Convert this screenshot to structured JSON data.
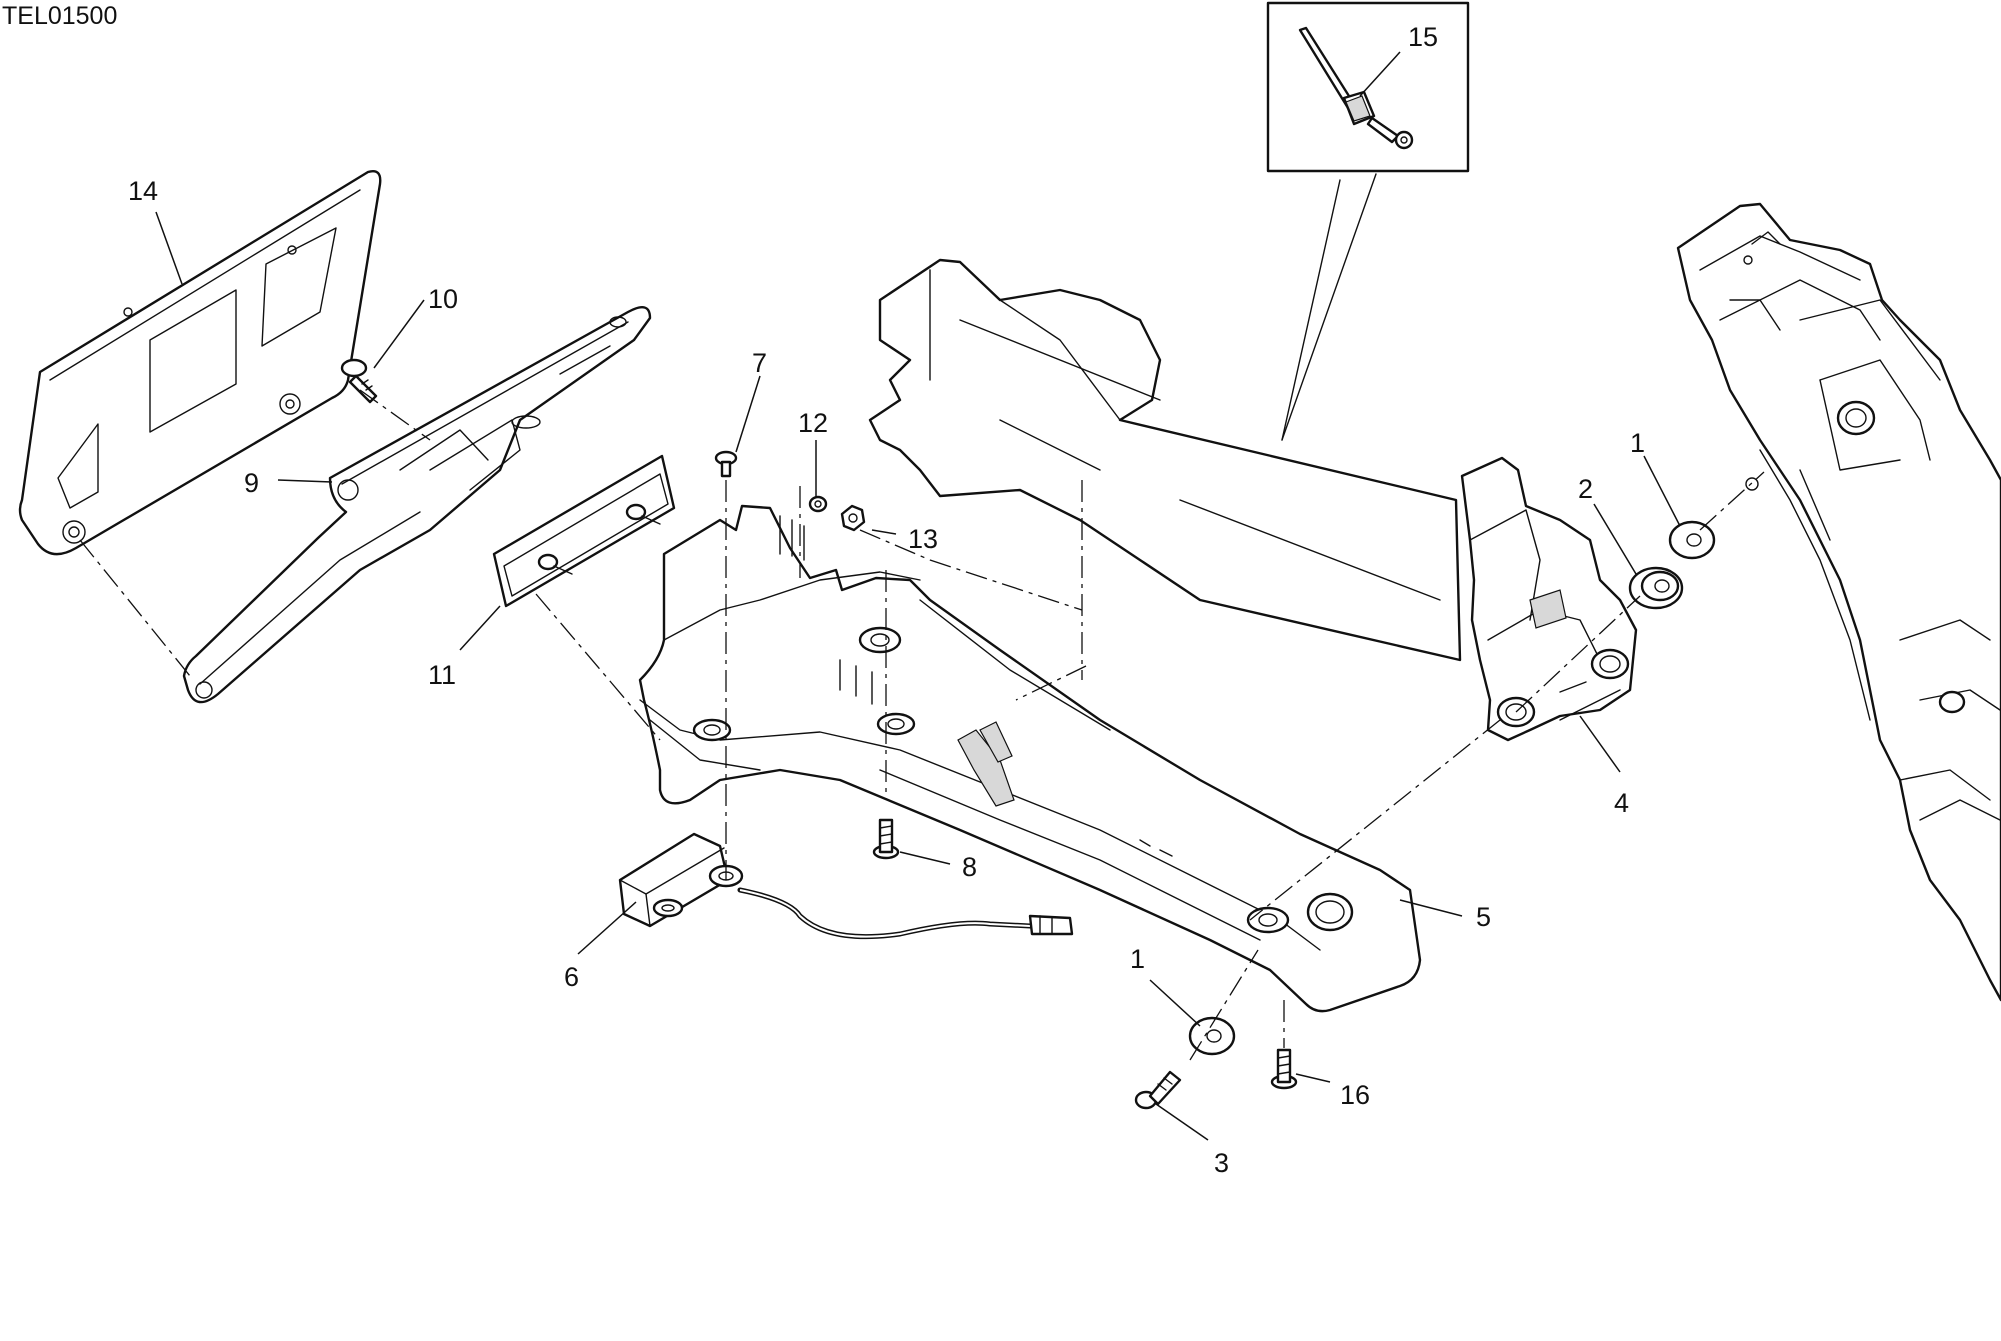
{
  "drawing_code": "TEL01500",
  "callouts": [
    {
      "id": "p14",
      "label": "14"
    },
    {
      "id": "p10",
      "label": "10"
    },
    {
      "id": "p9",
      "label": "9"
    },
    {
      "id": "p7",
      "label": "7"
    },
    {
      "id": "p12",
      "label": "12"
    },
    {
      "id": "p13",
      "label": "13"
    },
    {
      "id": "p11",
      "label": "11"
    },
    {
      "id": "p15",
      "label": "15"
    },
    {
      "id": "p2",
      "label": "2"
    },
    {
      "id": "p1a",
      "label": "1"
    },
    {
      "id": "p4",
      "label": "4"
    },
    {
      "id": "p8",
      "label": "8"
    },
    {
      "id": "p5",
      "label": "5"
    },
    {
      "id": "p6",
      "label": "6"
    },
    {
      "id": "p1b",
      "label": "1"
    },
    {
      "id": "p16",
      "label": "16"
    },
    {
      "id": "p3",
      "label": "3"
    }
  ]
}
